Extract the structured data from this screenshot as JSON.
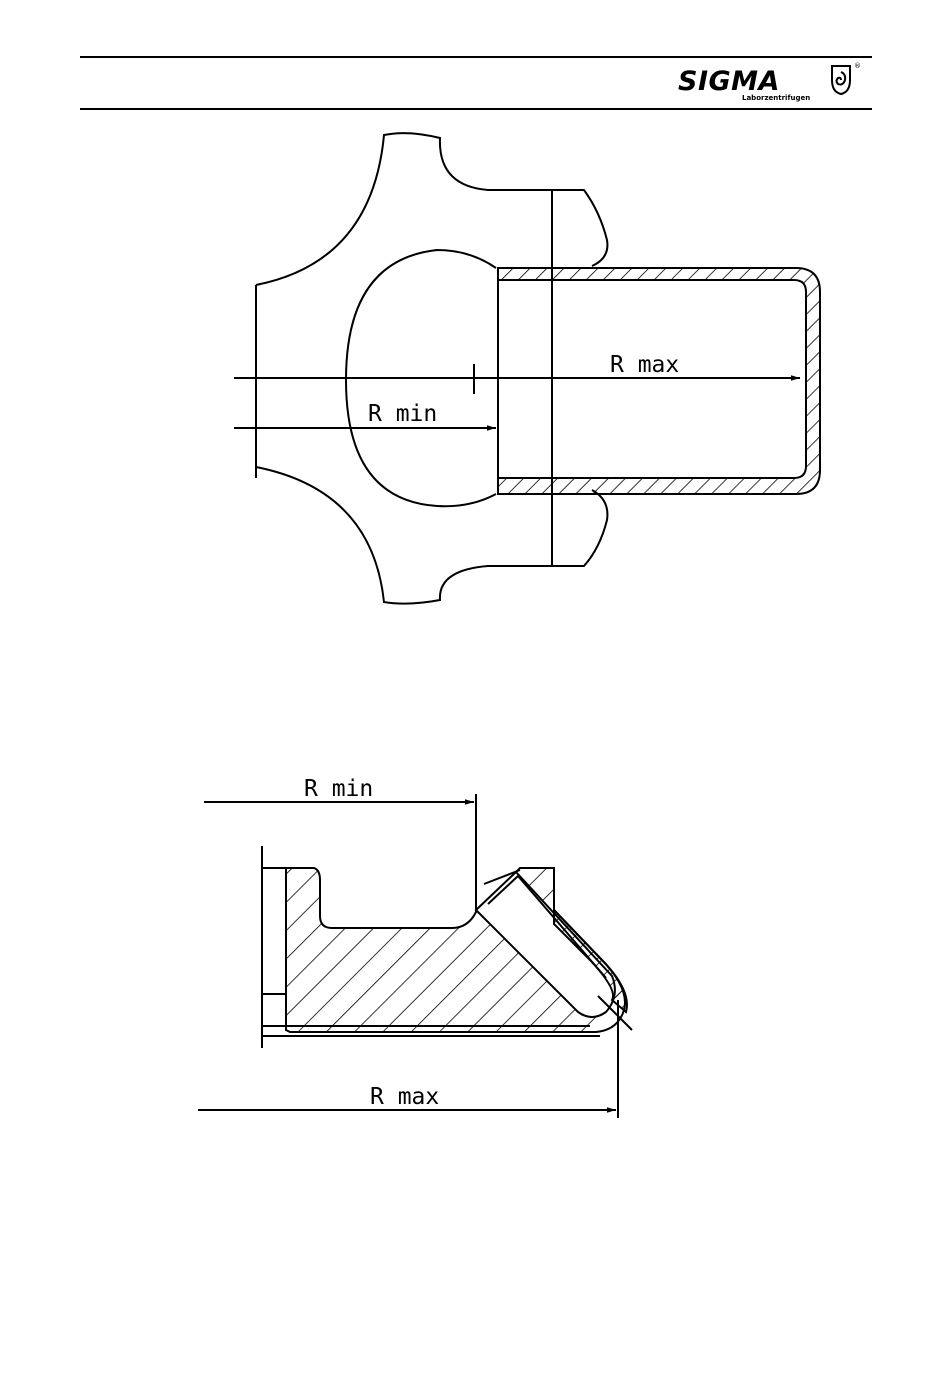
{
  "header": {
    "brand": "SIGMA",
    "brand_sub": "Laborzentrifugen",
    "registered_mark": "®"
  },
  "figure_top": {
    "label_rmax": "R max",
    "label_rmin": "R min"
  },
  "figure_bottom": {
    "label_rmin": "R min",
    "label_rmax": "R max"
  }
}
